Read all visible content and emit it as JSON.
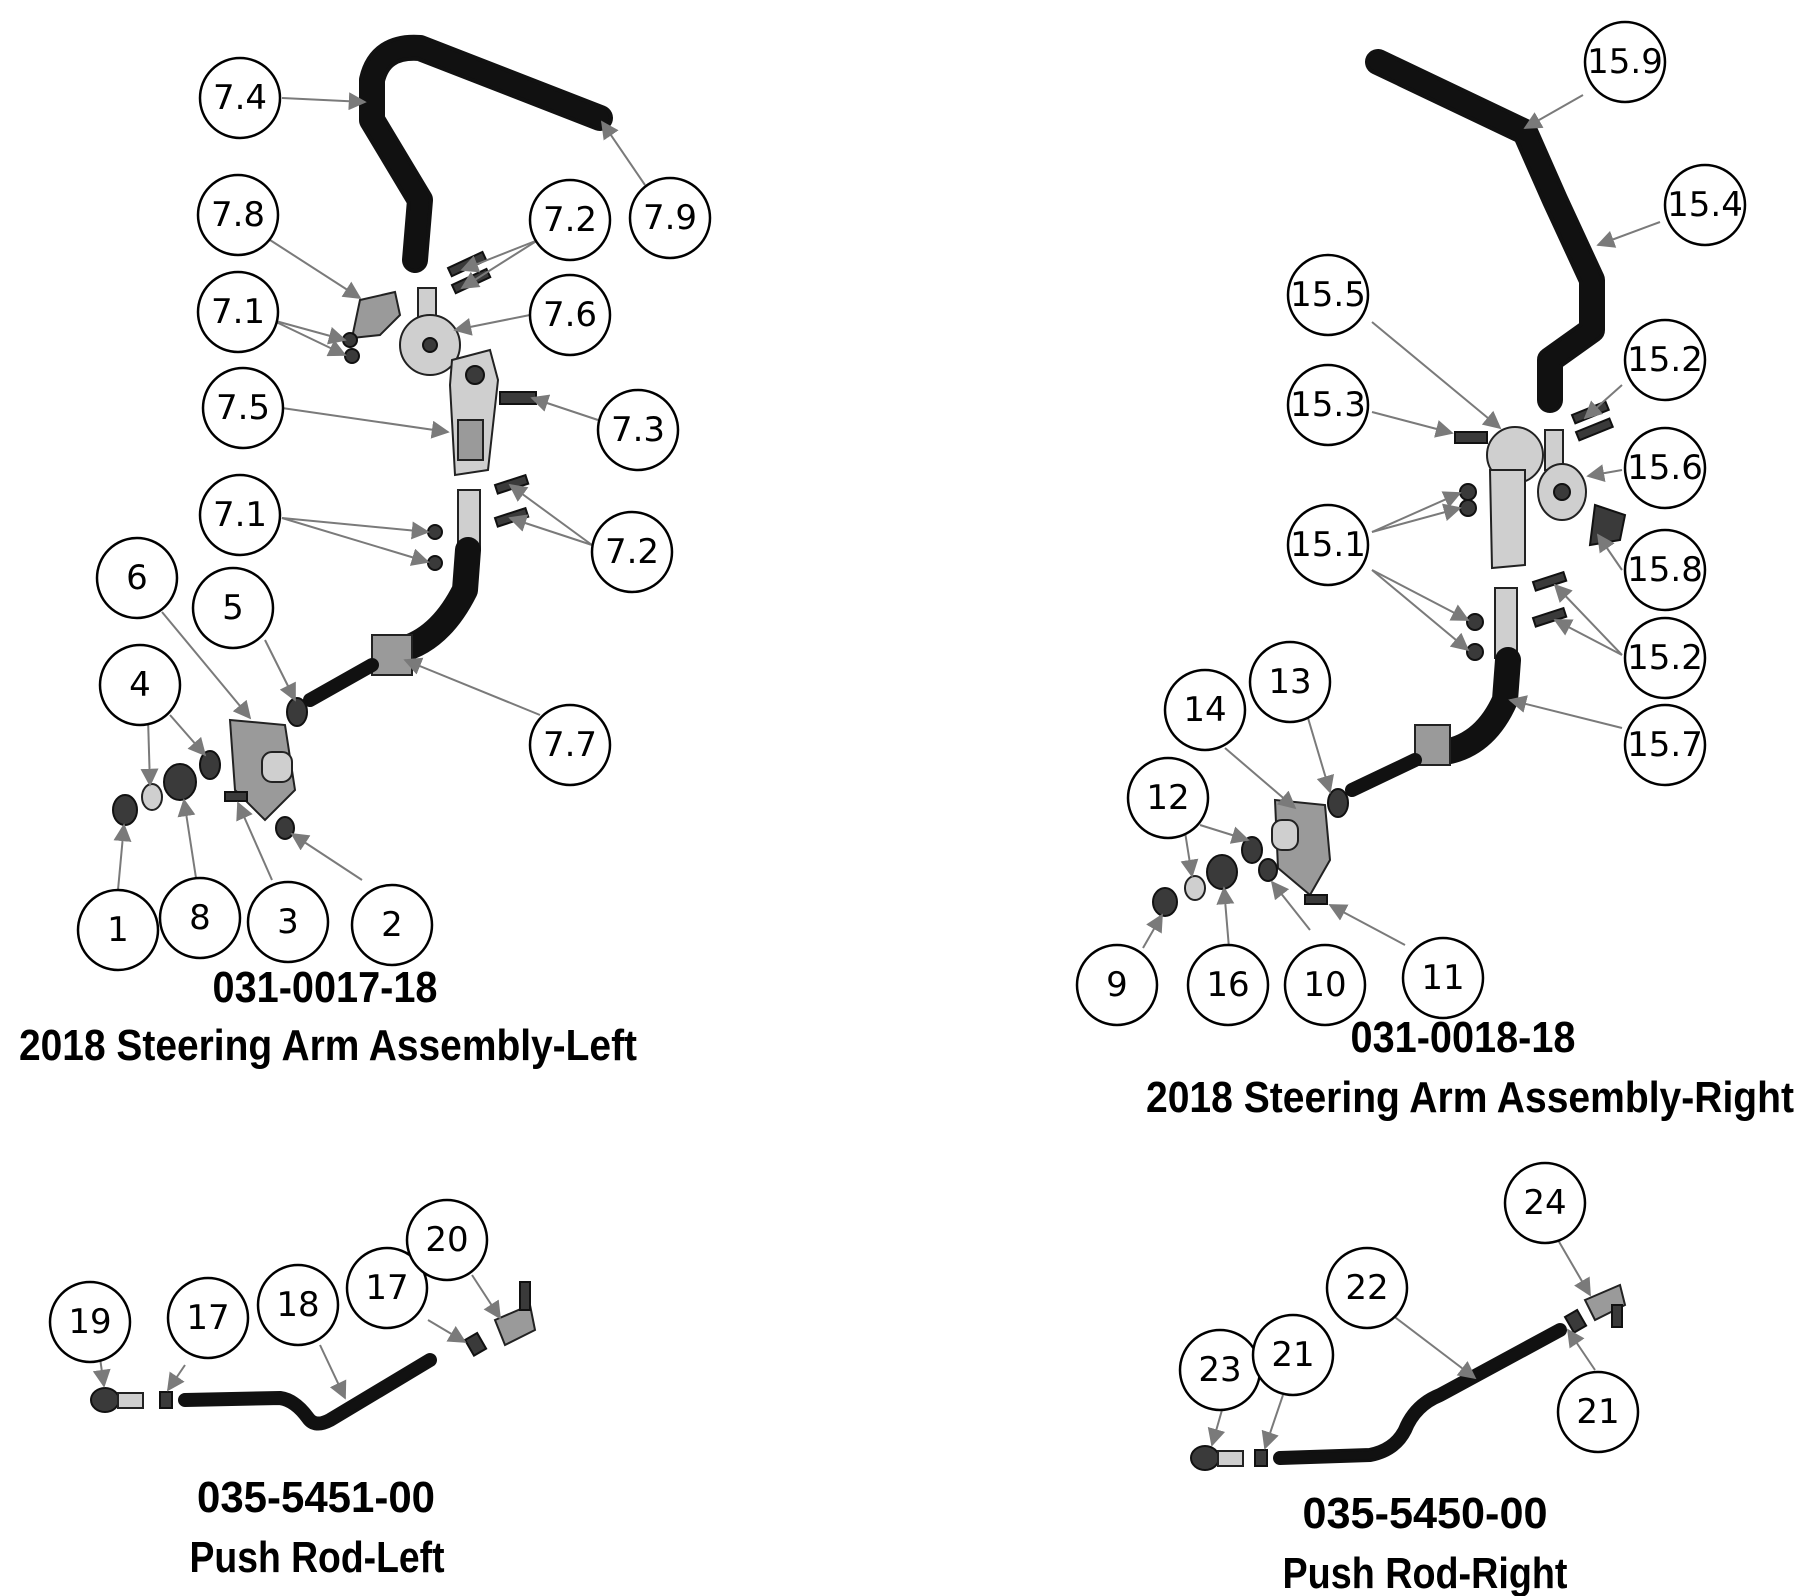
{
  "assemblies": [
    {
      "part_number": "031-0017-18",
      "title": "2018 Steering Arm Assembly-Left"
    },
    {
      "part_number": "031-0018-18",
      "title": "2018 Steering Arm Assembly-Right"
    },
    {
      "part_number": "035-5451-00",
      "title": "Push Rod-Left"
    },
    {
      "part_number": "035-5450-00",
      "title": "Push Rod-Right"
    }
  ],
  "callouts": {
    "c_7_4": "7.4",
    "c_7_9": "7.9",
    "c_7_8": "7.8",
    "c_7_2a": "7.2",
    "c_7_1a": "7.1",
    "c_7_6": "7.6",
    "c_7_5": "7.5",
    "c_7_3": "7.3",
    "c_7_1b": "7.1",
    "c_7_2b": "7.2",
    "c_6": "6",
    "c_5": "5",
    "c_4": "4",
    "c_7_7": "7.7",
    "c_1": "1",
    "c_8": "8",
    "c_3": "3",
    "c_2": "2",
    "c_15_9": "15.9",
    "c_15_4": "15.4",
    "c_15_5": "15.5",
    "c_15_2a": "15.2",
    "c_15_3": "15.3",
    "c_15_6": "15.6",
    "c_15_1": "15.1",
    "c_15_8": "15.8",
    "c_15_2b": "15.2",
    "c_13": "13",
    "c_14": "14",
    "c_15_7": "15.7",
    "c_12": "12",
    "c_9": "9",
    "c_16": "16",
    "c_10": "10",
    "c_11": "11",
    "c_19": "19",
    "c_17a": "17",
    "c_18": "18",
    "c_17b": "17",
    "c_20": "20",
    "c_24": "24",
    "c_22": "22",
    "c_23": "23",
    "c_21a": "21",
    "c_21b": "21"
  }
}
